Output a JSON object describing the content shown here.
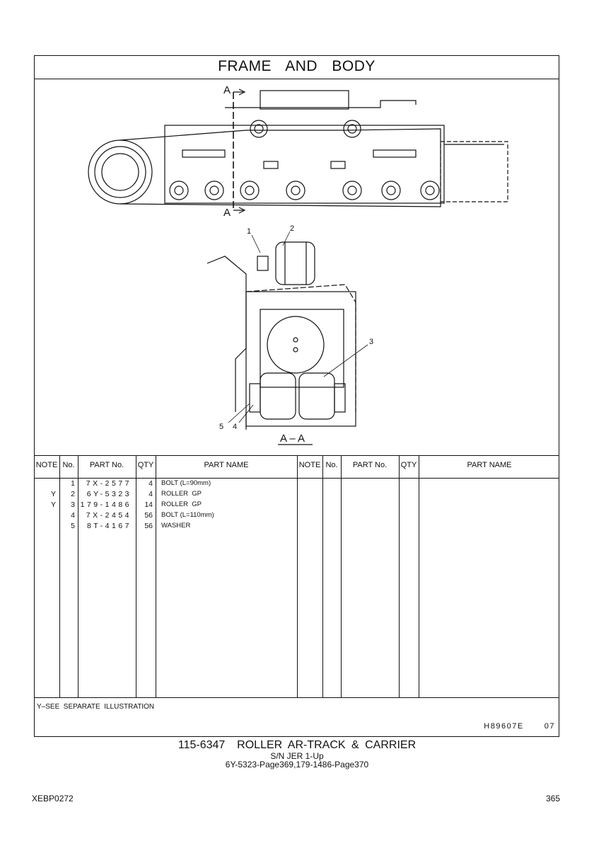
{
  "title": "FRAME AND BODY",
  "illustration": {
    "section_marker": "A",
    "section_label": "A – A",
    "callouts": [
      "1",
      "2",
      "3",
      "4",
      "5"
    ]
  },
  "table": {
    "headers": [
      "NOTE",
      "No.",
      "PART No.",
      "QTY",
      "PART NAME"
    ],
    "rows": [
      {
        "note": "",
        "no": "1",
        "part_no": "7X-2577",
        "qty": "4",
        "name": "BOLT (L=90mm)"
      },
      {
        "note": "Y",
        "no": "2",
        "part_no": "6Y-5323",
        "qty": "4",
        "name": "ROLLER  GP"
      },
      {
        "note": "Y",
        "no": "3",
        "part_no": "179-1486",
        "qty": "14",
        "name": "ROLLER  GP"
      },
      {
        "note": "",
        "no": "4",
        "part_no": "7X-2454",
        "qty": "56",
        "name": "BOLT (L=110mm)"
      },
      {
        "note": "",
        "no": "5",
        "part_no": "8T-4167",
        "qty": "56",
        "name": "WASHER"
      }
    ],
    "footnote": "Y–SEE  SEPARATE  ILLUSTRATION",
    "illustration_code": "H89607E  07"
  },
  "caption": {
    "line1": "115-6347  ROLLER AR-TRACK & CARRIER",
    "line2": "S/N JER 1-Up",
    "line3": "6Y-5323-Page369,179-1486-Page370"
  },
  "footer": {
    "doc_id": "XEBP0272",
    "page_number": "365"
  }
}
